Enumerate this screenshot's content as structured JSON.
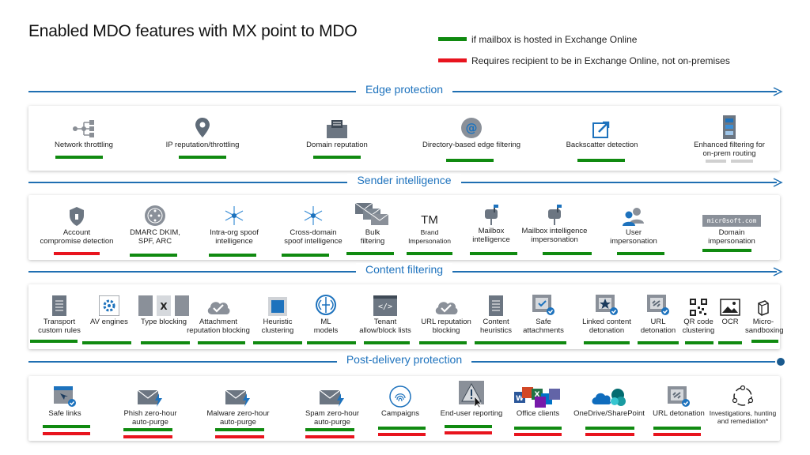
{
  "title": "Enabled MDO features with MX point to MDO",
  "legend": {
    "green_text": "if mailbox is hosted in Exchange Online",
    "red_text": "Requires recipient to be in Exchange Online, not on-premises",
    "green_color": "#108a10",
    "red_color": "#e8141e"
  },
  "sections": {
    "edge": {
      "heading": "Edge protection",
      "items": [
        {
          "label": "Network throttling",
          "icon": "network-icon"
        },
        {
          "label": "IP reputation/throttling",
          "icon": "location-pin-icon"
        },
        {
          "label": "Domain reputation",
          "icon": "mailbox-icon"
        },
        {
          "label": "Directory-based edge filtering",
          "icon": "at-sign-icon"
        },
        {
          "label": "Backscatter detection",
          "icon": "return-arrow-icon"
        },
        {
          "label": "Enhanced filtering for\non-prem routing",
          "icon": "server-icon"
        }
      ]
    },
    "sender": {
      "heading": "Sender intelligence",
      "items": [
        {
          "label": "Account\ncompromise detection",
          "icon": "shield-icon"
        },
        {
          "label": "DMARC DKIM,\nSPF, ARC",
          "icon": "globe-icon"
        },
        {
          "label": "Intra-org spoof\nintelligence",
          "icon": "hub-icon"
        },
        {
          "label": "Cross-domain\nspoof intelligence",
          "icon": "hub-icon"
        },
        {
          "label": "Bulk\nfiltering",
          "icon": "envelopes-icon"
        },
        {
          "label": "Brand\nImpersonation",
          "icon": "trademark-icon",
          "glyph": "TM"
        },
        {
          "label": "Mailbox\nintelligence",
          "icon": "mailbox-flag-icon"
        },
        {
          "label": "Mailbox intelligence\nimpersonation",
          "icon": "mailbox-flag-icon"
        },
        {
          "label": "User\nimpersonation",
          "icon": "users-icon"
        },
        {
          "label": "Domain\nimpersonation",
          "icon": "domain-box-icon",
          "glyph": "micr0soft.com"
        }
      ]
    },
    "content": {
      "heading": "Content filtering",
      "items": [
        {
          "label": "Transport\ncustom rules",
          "icon": "document-icon"
        },
        {
          "label": "AV engines",
          "icon": "gear-icon"
        },
        {
          "label": "Type blocking",
          "icon": "file-x-icon",
          "glyph": "X"
        },
        {
          "label": "Attachment\nreputation blocking",
          "icon": "cloud-check-icon"
        },
        {
          "label": "Heuristic\nclustering",
          "icon": "square-icon"
        },
        {
          "label": "ML\nmodels",
          "icon": "brain-icon"
        },
        {
          "label": "Tenant\nallow/block lists",
          "icon": "code-icon",
          "glyph": "</>"
        },
        {
          "label": "URL reputation\nblocking",
          "icon": "cloud-check-icon"
        },
        {
          "label": "Content\nheuristics",
          "icon": "document-icon"
        },
        {
          "label": "Safe\nattachments",
          "icon": "safe-check-icon"
        },
        {
          "label": "Linked content\ndetonation",
          "icon": "star-check-icon"
        },
        {
          "label": "URL\ndetonation",
          "icon": "link-check-icon"
        },
        {
          "label": "QR code\nclustering",
          "icon": "qr-code-icon"
        },
        {
          "label": "OCR",
          "icon": "image-icon"
        },
        {
          "label": "Micro-\nsandboxing",
          "icon": "cube-icon"
        }
      ]
    },
    "post": {
      "heading": "Post-delivery protection",
      "items": [
        {
          "label": "Safe links",
          "icon": "safe-links-icon"
        },
        {
          "label": "Phish zero-hour\nauto-purge",
          "icon": "mail-bolt-icon"
        },
        {
          "label": "Malware zero-hour\nauto-purge",
          "icon": "mail-bolt-icon"
        },
        {
          "label": "Spam zero-hour\nauto-purge",
          "icon": "mail-bolt-icon"
        },
        {
          "label": "Campaigns",
          "icon": "fingerprint-icon"
        },
        {
          "label": "End-user reporting",
          "icon": "warning-icon"
        },
        {
          "label": "Office clients",
          "icon": "office-apps-icon"
        },
        {
          "label": "OneDrive/SharePoint",
          "icon": "cloud-apps-icon"
        },
        {
          "label": "URL detonation",
          "icon": "link-check-icon"
        },
        {
          "label": "Investigations, hunting\nand remediation*",
          "icon": "cycle-icon"
        }
      ]
    }
  }
}
